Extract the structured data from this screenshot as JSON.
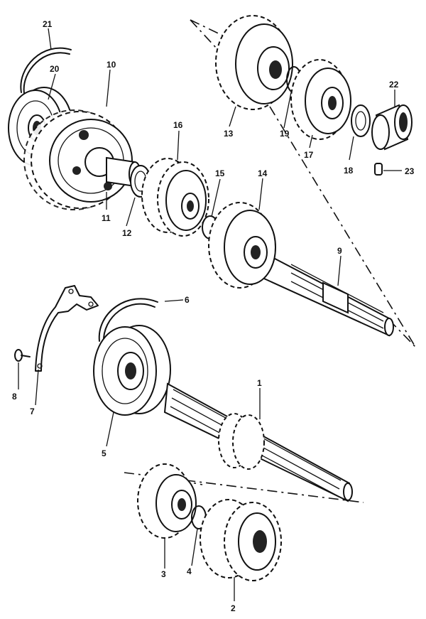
{
  "parts": [
    {
      "id": "p1",
      "label": "1",
      "name": "countershaft"
    },
    {
      "id": "p2",
      "label": "2",
      "name": "gear"
    },
    {
      "id": "p3",
      "label": "3",
      "name": "gear"
    },
    {
      "id": "p4",
      "label": "4",
      "name": "circlip"
    },
    {
      "id": "p5",
      "label": "5",
      "name": "bearing"
    },
    {
      "id": "p6",
      "label": "6",
      "name": "c-ring"
    },
    {
      "id": "p7",
      "label": "7",
      "name": "bearing-retainer"
    },
    {
      "id": "p8",
      "label": "8",
      "name": "screw"
    },
    {
      "id": "p9",
      "label": "9",
      "name": "driveshaft"
    },
    {
      "id": "p10",
      "label": "10",
      "name": "gear"
    },
    {
      "id": "p11",
      "label": "11",
      "name": "bushing"
    },
    {
      "id": "p12",
      "label": "12",
      "name": "washer"
    },
    {
      "id": "p13",
      "label": "13",
      "name": "gear"
    },
    {
      "id": "p14",
      "label": "14",
      "name": "gear"
    },
    {
      "id": "p15",
      "label": "15",
      "name": "circlip"
    },
    {
      "id": "p16",
      "label": "16",
      "name": "gear"
    },
    {
      "id": "p17",
      "label": "17",
      "name": "gear"
    },
    {
      "id": "p18",
      "label": "18",
      "name": "washer"
    },
    {
      "id": "p19",
      "label": "19",
      "name": "circlip"
    },
    {
      "id": "p20",
      "label": "20",
      "name": "bearing"
    },
    {
      "id": "p21",
      "label": "21",
      "name": "c-ring"
    },
    {
      "id": "p22",
      "label": "22",
      "name": "needle-bearing"
    },
    {
      "id": "p23",
      "label": "23",
      "name": "pin"
    }
  ]
}
